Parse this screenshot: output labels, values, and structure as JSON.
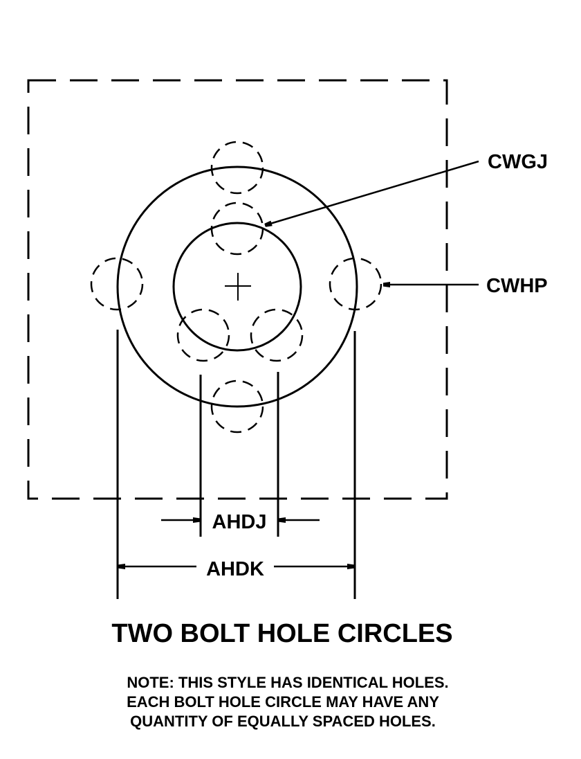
{
  "diagram": {
    "title": "TWO BOLT HOLE CIRCLES",
    "note_lines": [
      "NOTE: THIS STYLE HAS IDENTICAL HOLES.",
      "EACH BOLT HOLE CIRCLE MAY HAVE ANY",
      "QUANTITY OF EQUALLY SPACED HOLES."
    ],
    "callouts": {
      "inner_circle": "CWGJ",
      "outer_hole": "CWHP",
      "inner_bolt_circle_dim": "AHDJ",
      "outer_bolt_circle_dim": "AHDK"
    },
    "outer_bolt_circle_holes": 4,
    "inner_bolt_circle_holes": 3,
    "line_color": "#000000"
  }
}
